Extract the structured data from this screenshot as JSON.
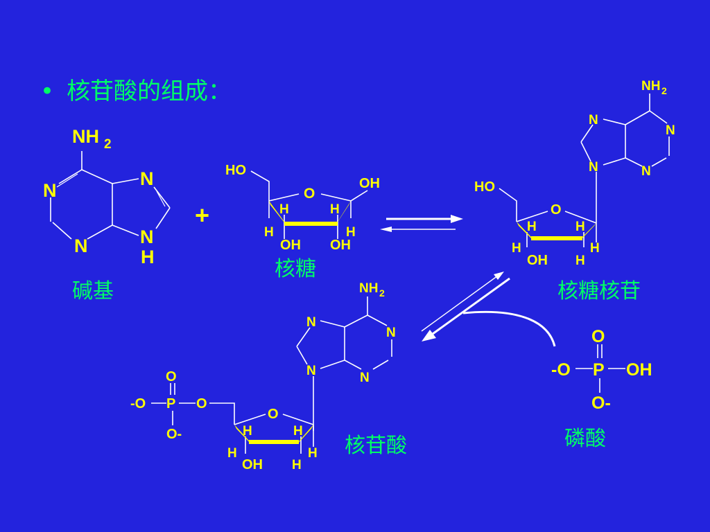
{
  "title": {
    "bullet": "•",
    "text": "核苷酸的组成："
  },
  "symbols": {
    "plus": "+"
  },
  "base": {
    "name": "碱基",
    "atoms": {
      "nh2": "NH",
      "sub2": "2",
      "n_top": "N",
      "n_left": "N",
      "n_bottom": "N",
      "n_right": "N",
      "h": "H"
    }
  },
  "ribose": {
    "name": "核糖",
    "atoms": {
      "ho": "HO",
      "o": "O",
      "oh_right": "OH",
      "h1": "H",
      "h2": "H",
      "h3": "H",
      "h4": "H",
      "oh1": "OH",
      "oh2": "OH"
    }
  },
  "nucleoside": {
    "name": "核糖核苷",
    "atoms": {
      "nh2": "NH",
      "sub2": "2",
      "n1": "N",
      "n2": "N",
      "n3": "N",
      "n4": "N",
      "ho": "HO",
      "o": "O",
      "h1": "H",
      "h2": "H",
      "h3": "H",
      "h4": "H",
      "oh": "OH",
      "h5": "H"
    }
  },
  "phosphate": {
    "name": "磷酸",
    "atoms": {
      "o_top": "O",
      "o_left": "-O",
      "p": "P",
      "oh": "OH",
      "o_bottom": "O-"
    }
  },
  "nucleotide": {
    "name": "核苷酸",
    "atoms": {
      "nh2": "NH",
      "sub2": "2",
      "n1": "N",
      "n2": "N",
      "n3": "N",
      "n4": "N",
      "p_o_top": "O",
      "p_o_left": "-O",
      "p": "P",
      "p_o_right": "O",
      "p_o_bottom": "O-",
      "o": "O",
      "h1": "H",
      "h2": "H",
      "h3": "H",
      "h4": "H",
      "oh": "OH",
      "h5": "H"
    }
  },
  "colors": {
    "background": "#2323DD",
    "structure": "#FFFF00",
    "caption": "#00FF66",
    "arrow": "#FFFFFF"
  }
}
